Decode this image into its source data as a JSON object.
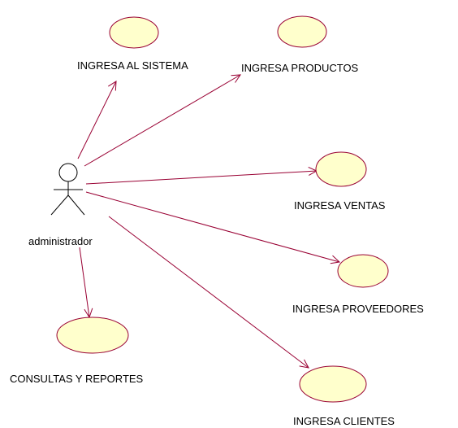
{
  "diagram": {
    "colors": {
      "usecase_fill": "#FFFFCC",
      "usecase_stroke": "#990033",
      "line": "#990033",
      "actor": "#000000"
    },
    "actor": {
      "name": "administrador",
      "icon": "stick-figure-actor-icon"
    },
    "use_cases": [
      {
        "id": "ingresa-al-sistema",
        "label": "INGRESA AL SISTEMA"
      },
      {
        "id": "ingresa-productos",
        "label": "INGRESA PRODUCTOS"
      },
      {
        "id": "ingresa-ventas",
        "label": "INGRESA VENTAS"
      },
      {
        "id": "ingresa-proveedores",
        "label": "INGRESA PROVEEDORES"
      },
      {
        "id": "consultas-y-reportes",
        "label": "CONSULTAS Y REPORTES"
      },
      {
        "id": "ingresa-clientes",
        "label": "INGRESA CLIENTES"
      }
    ],
    "associations": [
      {
        "from": "actor",
        "to": "ingresa-al-sistema",
        "arrow": "open"
      },
      {
        "from": "actor",
        "to": "ingresa-productos",
        "arrow": "open"
      },
      {
        "from": "actor",
        "to": "ingresa-ventas",
        "arrow": "open"
      },
      {
        "from": "actor",
        "to": "ingresa-proveedores",
        "arrow": "open"
      },
      {
        "from": "actor",
        "to": "consultas-y-reportes",
        "arrow": "open"
      },
      {
        "from": "actor",
        "to": "ingresa-clientes",
        "arrow": "open"
      }
    ]
  }
}
